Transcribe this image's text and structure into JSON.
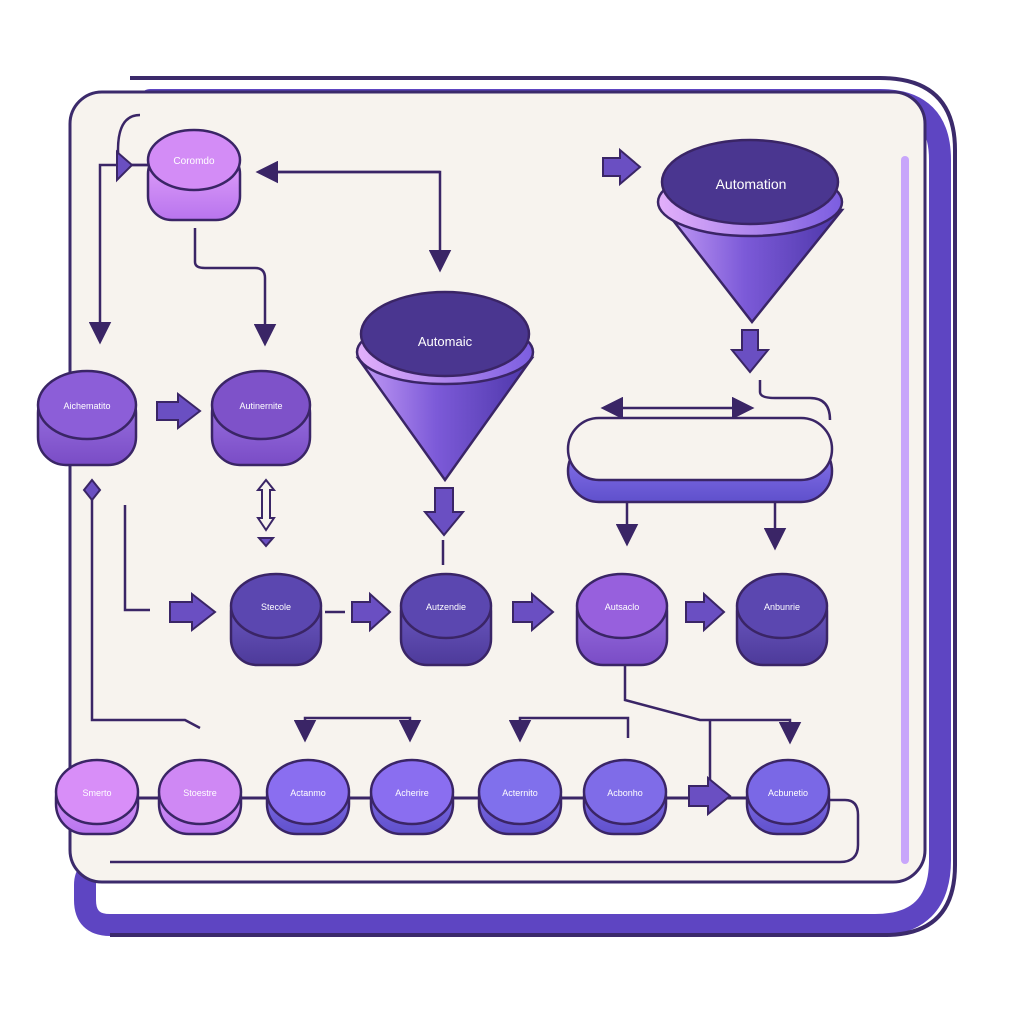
{
  "diagram": {
    "top_node": "Coromdo",
    "funnel_right": "Automation",
    "funnel_center": "Automaic",
    "left_nodes": [
      "Aichematito",
      "Autinernite"
    ],
    "middle_row": [
      "Stecole",
      "Autzendie",
      "Autsaclo",
      "Anbunrie"
    ],
    "bottom_row": [
      "Smerto",
      "Stoestre",
      "Actanmo",
      "Acherire",
      "Acternito",
      "Acbonho",
      "Acbunetio"
    ]
  },
  "colors": {
    "panel": "#f7f3ee",
    "frame_dark": "#3b2a6b",
    "frame_light": "#a78bfa",
    "line": "#3a2566",
    "node_pink": "#c07cf0",
    "node_violet": "#8a5cd6",
    "node_indigo": "#6b5bd6",
    "node_dark": "#4f3b9c",
    "funnel": "#6f4fd0"
  }
}
